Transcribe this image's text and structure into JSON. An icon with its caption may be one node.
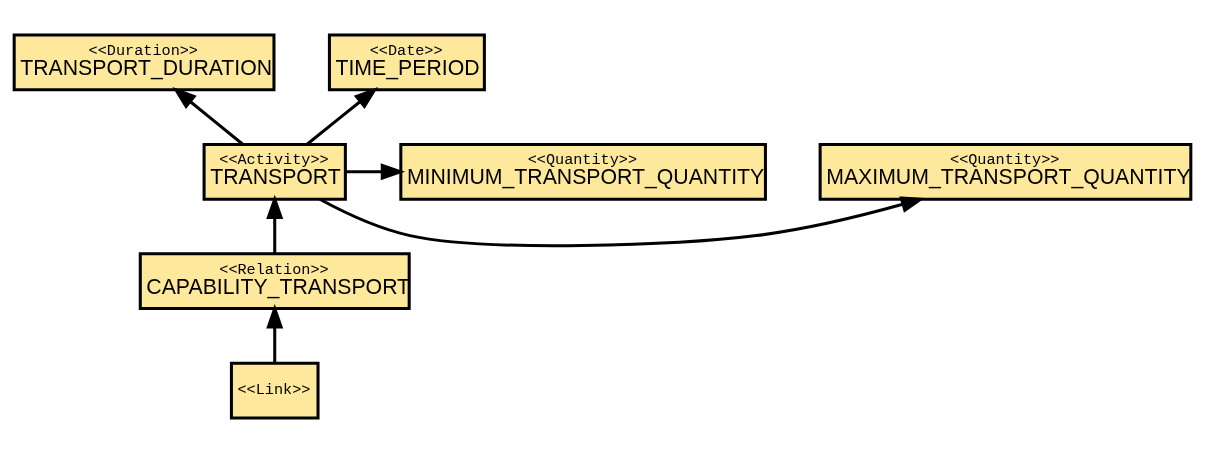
{
  "diagram": {
    "nodes": [
      {
        "text": [
          "<<Duration>>",
          "TRANSPORT_DURATION"
        ]
      },
      {
        "text": [
          "<<Date>>",
          "TIME_PERIOD"
        ]
      },
      {
        "text": [
          "<<Quantity>>",
          "MAXIMUM_TRANSPORT_QUANTITY"
        ]
      },
      {
        "text": [
          "<<Activity>>",
          "TRANSPORT"
        ]
      },
      {
        "text": [
          "<<Quantity>>",
          "MINIMUM_TRANSPORT_QUANTITY"
        ]
      },
      {
        "text": [
          "<<Relation>>",
          "CAPABILITY_TRANSPORT"
        ]
      },
      {
        "text": [
          "<<Link>>"
        ]
      }
    ],
    "edges": [
      {
        "from": 3,
        "to": 0,
        "arrow": "to"
      },
      {
        "from": 3,
        "to": 1,
        "arrow": "to"
      },
      {
        "from": 3,
        "to": 2,
        "arrow": "to"
      },
      {
        "from": 3,
        "to": 4,
        "arrow": "to"
      },
      {
        "from": 5,
        "to": 3,
        "arrow": "to"
      },
      {
        "from": 6,
        "to": 5,
        "arrow": "to"
      }
    ]
  }
}
